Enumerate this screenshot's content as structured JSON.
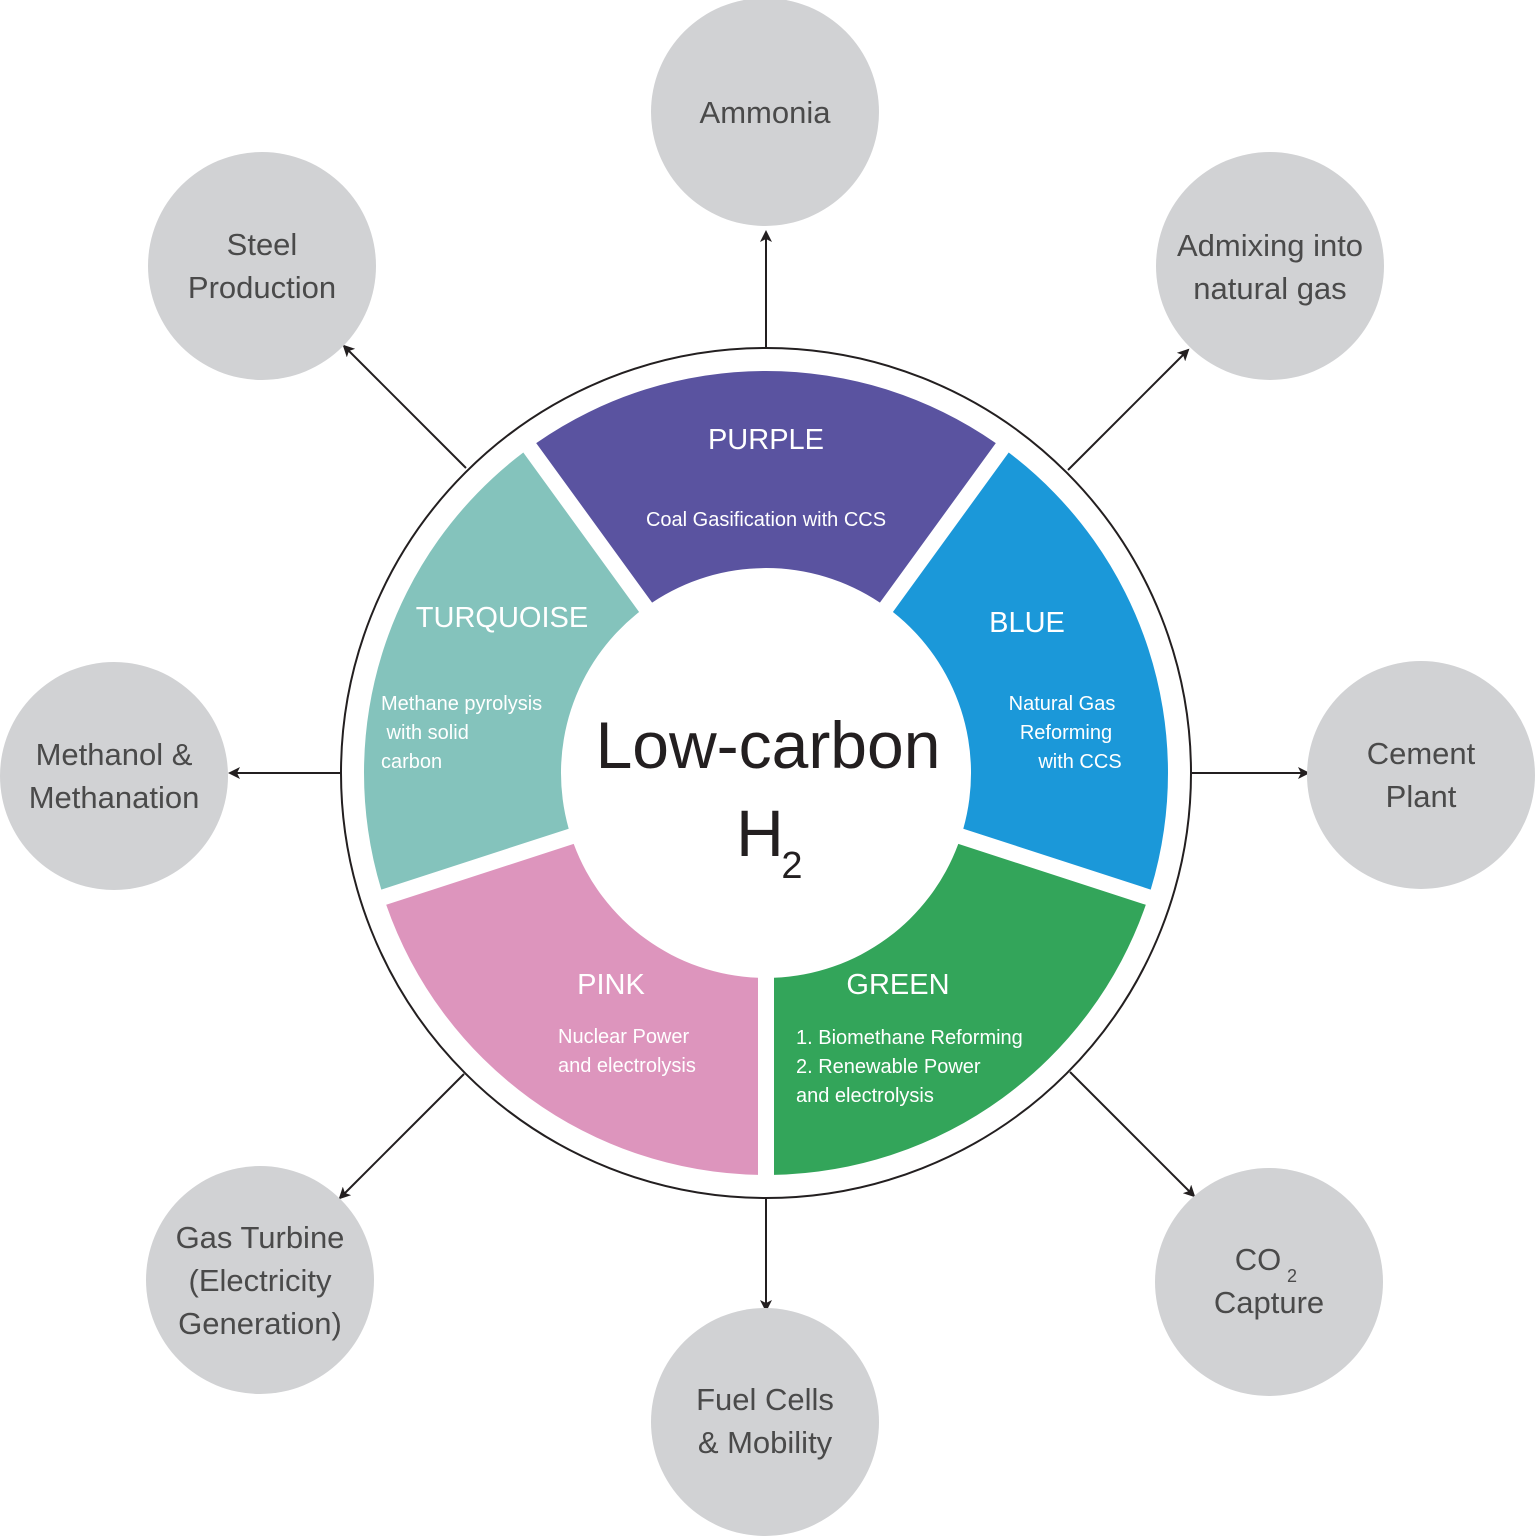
{
  "center": {
    "line1": "Low-carbon",
    "line2_main": "H",
    "line2_sub": "2"
  },
  "segments": [
    {
      "id": "purple",
      "title": "PURPLE",
      "desc": [
        "Coal Gasification with CCS"
      ],
      "color": "#5a53a0"
    },
    {
      "id": "blue",
      "title": "BLUE",
      "desc": [
        "Natural Gas",
        "Reforming",
        "with CCS"
      ],
      "color": "#1b98d9"
    },
    {
      "id": "green",
      "title": "GREEN",
      "desc": [
        "1. Biomethane Reforming",
        "2. Renewable Power",
        "and electrolysis"
      ],
      "color": "#33a55a"
    },
    {
      "id": "pink",
      "title": "PINK",
      "desc": [
        "Nuclear Power",
        "and electrolysis"
      ],
      "color": "#dd95bd"
    },
    {
      "id": "turquoise",
      "title": "TURQUOISE",
      "desc": [
        "Methane pyrolysis",
        " with solid",
        "carbon"
      ],
      "color": "#84c3bc"
    }
  ],
  "applications": {
    "ammonia": [
      "Ammonia"
    ],
    "admixing": [
      "Admixing into",
      "natural gas"
    ],
    "cement": [
      "Cement",
      "Plant"
    ],
    "co2": {
      "main": "CO",
      "sub": "2",
      "line2": "Capture"
    },
    "fuelcells": [
      "Fuel Cells",
      "& Mobility"
    ],
    "gasturbine": [
      "Gas Turbine",
      "(Electricity",
      "Generation)"
    ],
    "methanol": [
      "Methanol &",
      "Methanation"
    ],
    "steel": [
      "Steel",
      "Production"
    ]
  },
  "colors": {
    "node_fill": "#d1d2d4",
    "arrow": "#231f20",
    "ring_stroke": "#231f20"
  }
}
